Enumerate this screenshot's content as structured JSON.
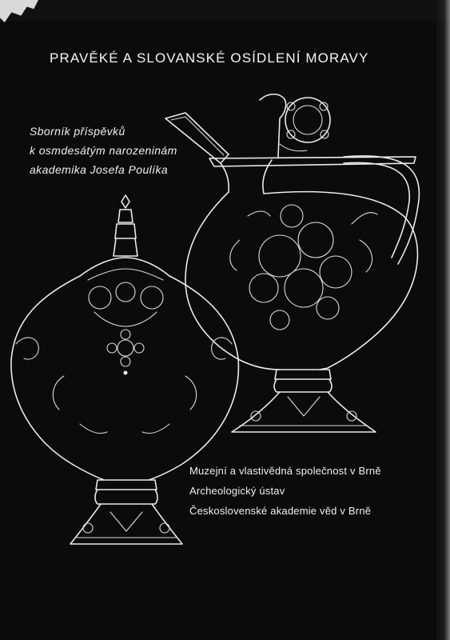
{
  "cover": {
    "title": "PRAVĚKÉ A SLOVANSKÉ OSÍDLENÍ MORAVY",
    "subtitle": [
      "Sborník příspěvků",
      "k osmdesátým narozeninám",
      "akademika Josefa Poulíka"
    ],
    "publishers": [
      "Muzejní a vlastivědná společnost v Brně",
      "Archeologický ústav",
      "Československé akademie věd v Brně"
    ]
  },
  "illustration": {
    "left_vessel": "ornamented flask drawing",
    "right_vessel": "ornamented jug with spout and handle drawing"
  },
  "colors": {
    "background": "#0b0b0b",
    "text": "#f2f2f2",
    "lines": "#eaeaea"
  }
}
